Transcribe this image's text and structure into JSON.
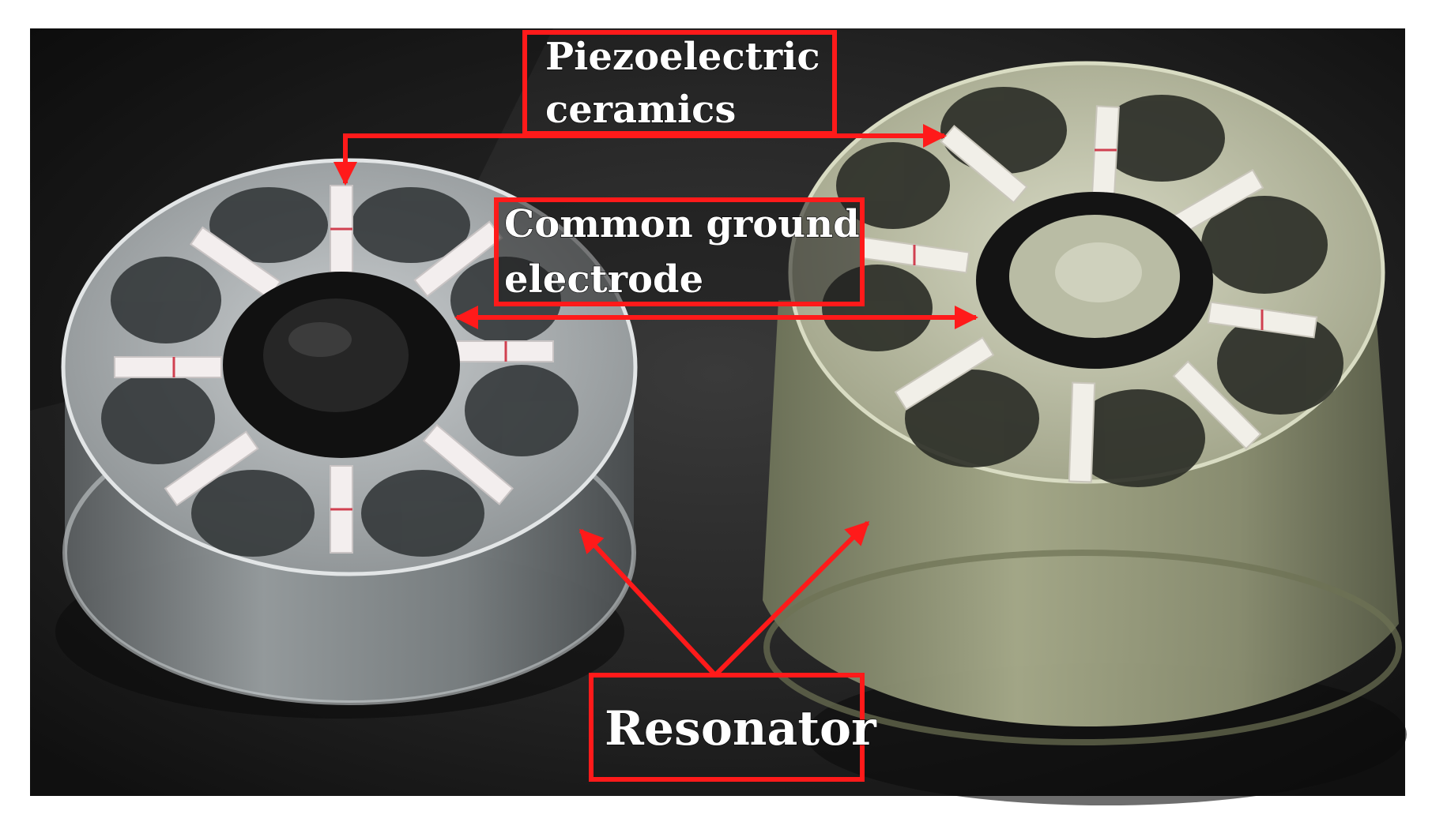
{
  "figure": {
    "labels": {
      "piezo_line1": "Piezoelectric",
      "piezo_line2": "ceramics",
      "ground_line1": "Common ground",
      "ground_line2": "electrode",
      "resonator": "Resonator"
    },
    "colors": {
      "annotation": "#ff1a1a",
      "background": "#222222",
      "label_text": "#ffffff"
    },
    "subjects": [
      "transparent resonator housing (left)",
      "yellowish resonator housing (right)"
    ]
  }
}
